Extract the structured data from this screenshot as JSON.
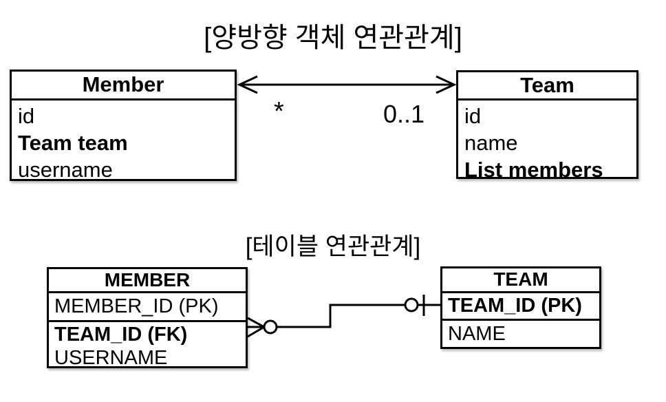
{
  "colors": {
    "line": "#000000",
    "background": "#ffffff"
  },
  "object_diagram": {
    "title": "[양방향 객체 연관관계]",
    "member_class": {
      "name": "Member",
      "fields": [
        {
          "label": "id",
          "bold": false
        },
        {
          "label": "Team team",
          "bold": true
        },
        {
          "label": "username",
          "bold": false
        }
      ]
    },
    "team_class": {
      "name": "Team",
      "fields": [
        {
          "label": "id",
          "bold": false
        },
        {
          "label": "name",
          "bold": false
        },
        {
          "label": "List members",
          "bold": true
        }
      ]
    },
    "association": {
      "left_multiplicity": "*",
      "right_multiplicity": "0..1"
    }
  },
  "table_diagram": {
    "title": "[테이블 연관관계]",
    "member_table": {
      "name": "MEMBER",
      "pk_row": "MEMBER_ID (PK)",
      "fk_row": "TEAM_ID (FK)",
      "plain_row": "USERNAME"
    },
    "team_table": {
      "name": "TEAM",
      "pk_row": "TEAM_ID (PK)",
      "plain_row": "NAME"
    }
  }
}
